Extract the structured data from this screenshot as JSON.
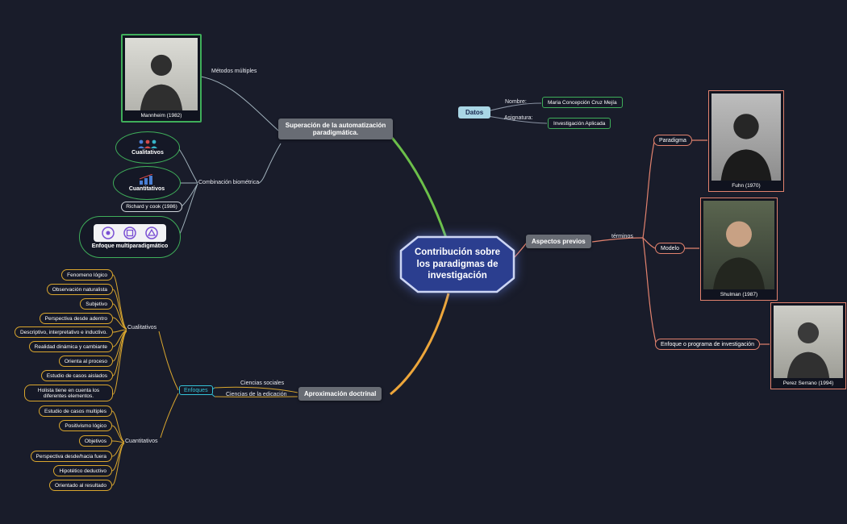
{
  "colors": {
    "background": "#191c2a",
    "branch_green": "#6cc04a",
    "branch_orange": "#eda63b",
    "branch_salmon": "#e2826e",
    "branch_yellow": "#d9a62e",
    "accent_cyan": "#35c3d8",
    "center_fill": "#2b3e8f",
    "gray_node": "#686c74",
    "datos_bg": "#a9d6e5",
    "green_border": "#3fae5a"
  },
  "center": {
    "title": "Contribución sobre los paradigmas de investigación"
  },
  "datos": {
    "label": "Datos",
    "nombre_label": "Nombre:",
    "nombre_value": "Maria Concepción Cruz Mejía",
    "asignatura_label": "Asignatura:",
    "asignatura_value": "Investigación Aplicada"
  },
  "superacion": {
    "label": "Superación de la automatización paradigmática.",
    "metodos_label": "Métodos múltiples",
    "mannheim_caption": "Mannheim (1982)",
    "combinacion_label": "Combinación biométrica",
    "cualitativos_label": "Cualitativos",
    "cuantitativos_label": "Cuantitativos",
    "richard_label": "Richard y cook (1986)",
    "multiparadigmatico_label": "Enfoque multiparadigmático"
  },
  "aspectos": {
    "label": "Aspectos previos",
    "terminos_label": "términos",
    "items": [
      {
        "label": "Paradigma",
        "caption": "Fuhn (1970)"
      },
      {
        "label": "Modelo",
        "caption": "Shulman (1987)"
      },
      {
        "label": "Enfoque o programa de investigación",
        "caption": "Perez Serrano (1994)"
      }
    ]
  },
  "aproximacion": {
    "label": "Aproximación doctrinal",
    "ciencias_sociales": "Ciencias sociales",
    "ciencias_educacion": "Ciencias de la edicación",
    "enfoques_label": "Enfoques",
    "cualitativos_label": "Cualitativos",
    "cuantitativos_label": "Cuantitativos",
    "cualitativos_items": [
      "Fenomeno lógico",
      "Observación naturalista",
      "Subjetivo",
      "Perspectiva desde adentro",
      "Descriptivo, interpretativo e inductivo.",
      "Realidad dinámica y cambiante",
      "Orienta al proceso",
      "Estudio de casos aislados",
      "Holista tiene en cuenta los diferentes elementos."
    ],
    "cuantitativos_items": [
      "Estudio de casos multiples",
      "Positivismo lógico",
      "Objetivos",
      "Perspectiva desde/hacia fuera",
      "Hipotético deductivo",
      "Orientado al resultado"
    ]
  }
}
